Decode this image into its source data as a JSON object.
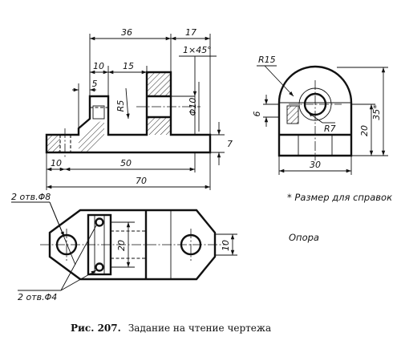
{
  "dimensions": {
    "d36": "36",
    "d17": "17",
    "chamfer": "1×45°",
    "d10_top": "10",
    "d15": "15",
    "d5": "5",
    "r5": "R5",
    "phi10": "Φ10",
    "d7": "7",
    "d10_bottom": "10",
    "d50": "50",
    "d70": "70",
    "r15": "R15",
    "d6": "6",
    "r7": "R7",
    "d20_side": "20",
    "d35_ref": "35*",
    "d30": "30",
    "d20_plan": "20",
    "d10_plan": "10",
    "holes_top": "2 отв.Φ8",
    "holes_bottom": "2 отв.Φ4"
  },
  "notes": {
    "reference": "* Размер для справок",
    "part_name": "Опора"
  },
  "caption": {
    "figure_number": "Рис. 207.",
    "text": "Задание на чтение чертежа"
  }
}
